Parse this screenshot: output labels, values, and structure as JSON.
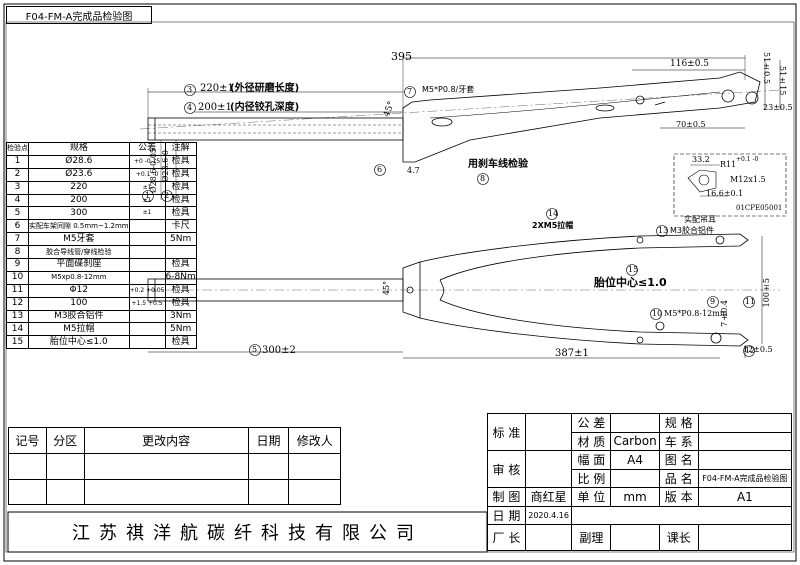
{
  "drawing_title": "F04-FM-A完成品检验图",
  "top_view": {
    "dim_395": "395",
    "dim_116": "116±0.5",
    "dim_51": "51±0.5",
    "dim_51b": "51±15",
    "dim_23": "23±0.5",
    "dim_70": "70±0.5",
    "dim_220": "220±1",
    "label_220": "(外径研磨长度)",
    "dim_200": "200±1",
    "label_200": "(内径铰孔深度)",
    "dim_45": "45°",
    "dim_47": "4.7",
    "note_m5": "M5*P0.8/牙套",
    "note_brake": "用刹车线检验",
    "dia_286": "Ø28.6-0.05",
    "dia_236": "Ø23.6-0",
    "balloons": [
      "3",
      "4",
      "7",
      "6",
      "1",
      "2",
      "8"
    ]
  },
  "detail": {
    "dim_332": "33.2",
    "r11": "R11",
    "tol": "+0.1 -0",
    "thread": "M12x1.5",
    "dim_166": "16.6±0.1",
    "part_no": "01CPE05001"
  },
  "side_view": {
    "note_2xm5": "2XM5拉帽",
    "note_hanger": "实配吊耳",
    "note_m3": "M3胶合铝件",
    "center_note": "胎位中心≤1.0",
    "dim_300": "300±2",
    "dim_387": "387±1",
    "dim_100": "100±5",
    "dim_7": "7±0.4",
    "dim_12": "12±0.5",
    "note_m5b": "M5*P0.8-12mm",
    "dim_45b": "45°",
    "balloons": [
      "14",
      "13",
      "15",
      "5",
      "10",
      "9",
      "11",
      "12"
    ]
  },
  "inspection_table": {
    "headers": [
      "检验点",
      "规格",
      "公差",
      "注解"
    ],
    "rows": [
      [
        "1",
        "Ø28.6",
        "+0 -0.15",
        "检具"
      ],
      [
        "2",
        "Ø23.6",
        "+0.1 -0",
        "检具"
      ],
      [
        "3",
        "220",
        "±1",
        "检具"
      ],
      [
        "4",
        "200",
        "±1",
        "检具"
      ],
      [
        "5",
        "300",
        "±1",
        "检具"
      ],
      [
        "6",
        "实配车架间隙 0.5mm~1.2mm",
        "",
        "卡尺"
      ],
      [
        "7",
        "M5牙套",
        "",
        "5Nm"
      ],
      [
        "8",
        "胶合导线管/穿线检验",
        "",
        ""
      ],
      [
        "9",
        "平面碟刹座",
        "",
        "检具"
      ],
      [
        "10",
        "M5xp0.8-12mm",
        "",
        "6-8Nm"
      ],
      [
        "11",
        "Φ12",
        "+0.2 +0.05",
        "检具"
      ],
      [
        "12",
        "100",
        "+1.5 +0.5",
        "检具"
      ],
      [
        "13",
        "M3胶合铝件",
        "",
        "3Nm"
      ],
      [
        "14",
        "M5拉帽",
        "",
        "5Nm"
      ],
      [
        "15",
        "胎位中心≤1.0",
        "",
        "检具"
      ]
    ]
  },
  "revision_table": {
    "headers": [
      "记号",
      "分区",
      "更改内容",
      "日期",
      "修改人"
    ]
  },
  "title_block": {
    "standard": "标 准",
    "tolerance": "公 差",
    "scale_label": "规 格",
    "review": "审 核",
    "material": "材 质",
    "material_value": "Carbon",
    "series": "车 系",
    "sheet": "幅 面",
    "sheet_value": "A4",
    "drawing_no": "图 名",
    "drafted": "制 图",
    "drafter": "商红星",
    "ratio": "比 例",
    "part_name": "品 名",
    "part_name_value": "F04-FM-A完成品检验图",
    "date": "日 期",
    "date_value": "2020.4.16",
    "unit": "单 位",
    "unit_value": "mm",
    "version": "版 本",
    "version_value": "A1",
    "factory_head": "厂 长",
    "deputy": "副理",
    "section_head": "课长"
  },
  "company": "江苏祺洋航碳纤科技有限公司"
}
